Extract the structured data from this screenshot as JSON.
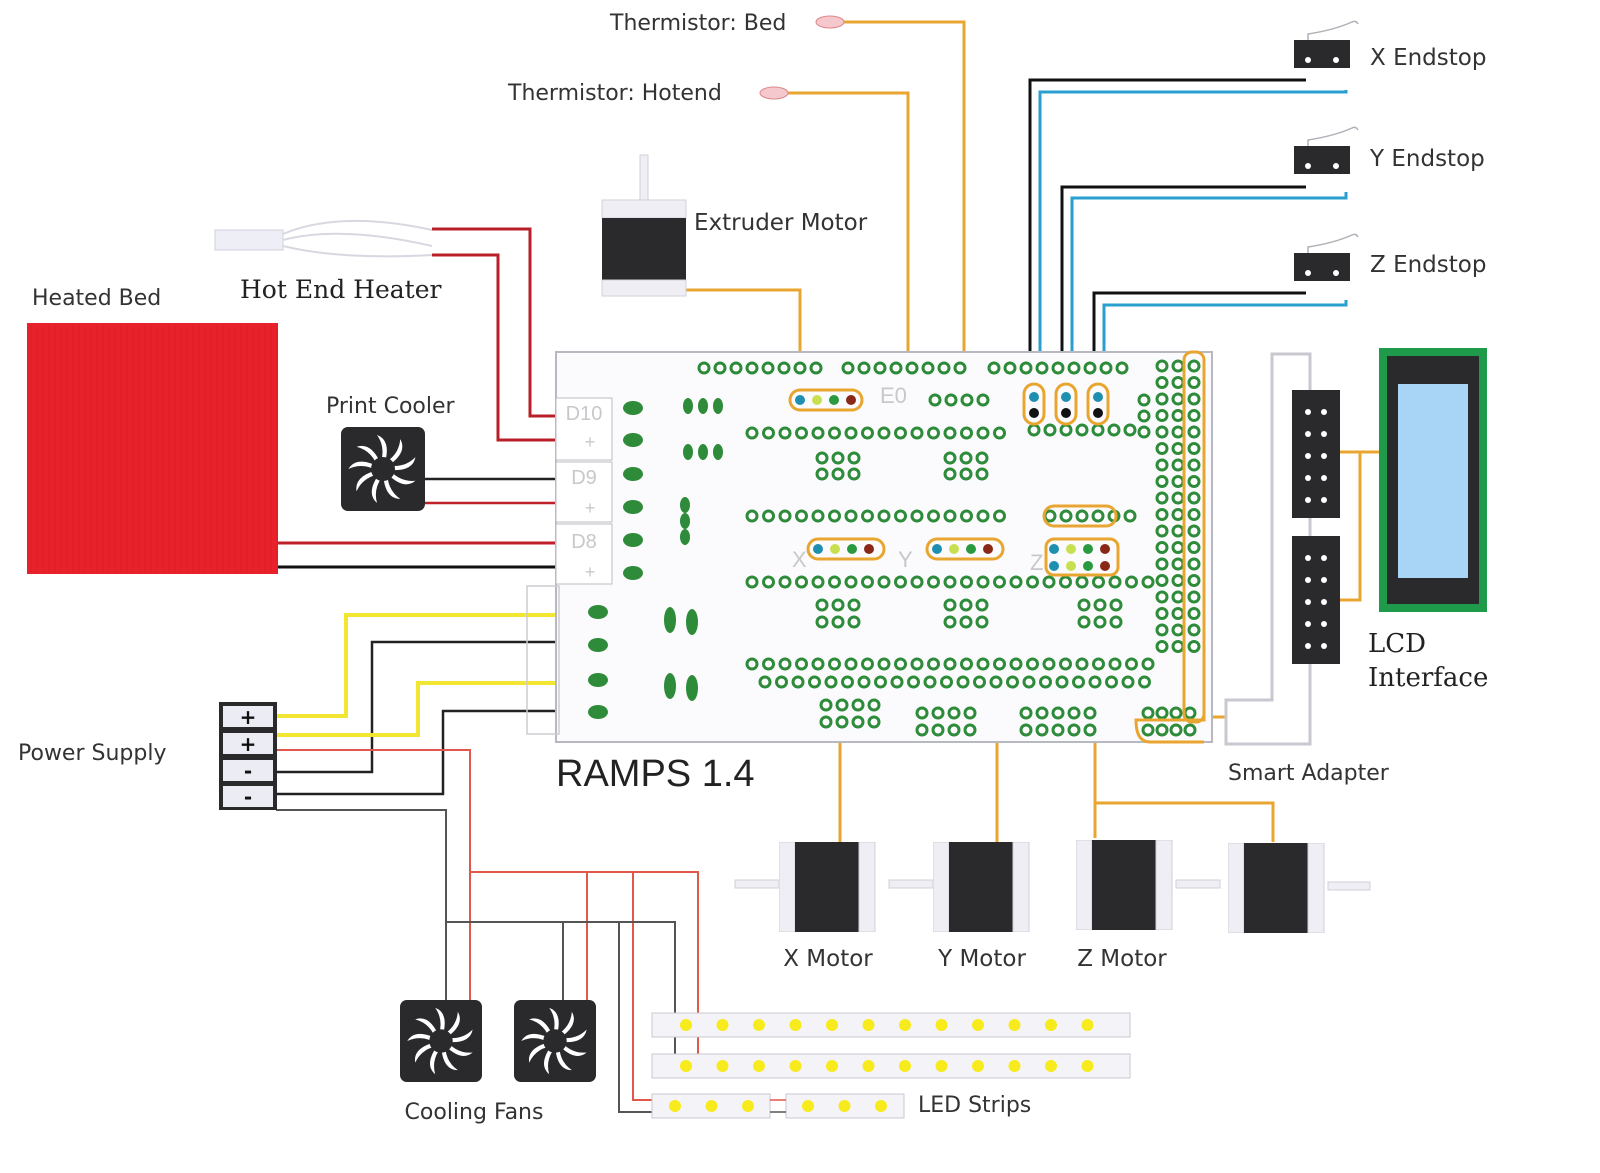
{
  "title": "RAMPS 1.4 Wiring Diagram",
  "colors": {
    "heater_wire": "#c0202a",
    "ground_wire": "#111111",
    "psu_positive_wire": "#f2e632",
    "signal_wire": "#e8a630",
    "endstop_signal_wire": "#2a9fd0",
    "light_red_wire": "#e2574c",
    "gray_wire": "#555555",
    "heated_bed": "#e8212a",
    "pcb_pad": "#2e8b3a",
    "lcd_bezel": "#1f9a4a",
    "lcd_screen": "#a8d4f5",
    "motor_body": "#2a2a2c",
    "led": "#f7ea1d"
  },
  "board": {
    "label": "RAMPS 1.4",
    "terminal_labels": [
      "D10",
      "+",
      "D9",
      "+",
      "D8",
      "+"
    ],
    "driver_labels": [
      "E0",
      "X",
      "Y",
      "Z"
    ]
  },
  "components": {
    "thermistor_bed": {
      "label": "Thermistor: Bed",
      "icon": "thermistor-icon"
    },
    "thermistor_hotend": {
      "label": "Thermistor: Hotend",
      "icon": "thermistor-icon"
    },
    "extruder_motor": {
      "label": "Extruder Motor",
      "icon": "stepper-motor-icon"
    },
    "hot_end_heater": {
      "label": "Hot End Heater",
      "icon": "heater-cartridge-icon"
    },
    "heated_bed": {
      "label": "Heated Bed",
      "icon": "heated-bed-icon"
    },
    "print_cooler": {
      "label": "Print Cooler",
      "icon": "fan-icon"
    },
    "power_supply": {
      "label": "Power Supply",
      "terminals": [
        "+",
        "+",
        "-",
        "-"
      ]
    },
    "x_endstop": {
      "label": "X Endstop",
      "icon": "endstop-switch-icon"
    },
    "y_endstop": {
      "label": "Y Endstop",
      "icon": "endstop-switch-icon"
    },
    "z_endstop": {
      "label": "Z Endstop",
      "icon": "endstop-switch-icon"
    },
    "lcd": {
      "label_line1": "LCD",
      "label_line2": "Interface",
      "icon": "lcd-icon"
    },
    "smart_adapter": {
      "label": "Smart Adapter",
      "icon": "adapter-board-icon"
    },
    "x_motor": {
      "label": "X Motor"
    },
    "y_motor": {
      "label": "Y Motor"
    },
    "z_motor": {
      "label": "Z Motor"
    },
    "cooling_fans": {
      "label": "Cooling Fans",
      "count": 2
    },
    "led_strips": {
      "label": "LED Strips",
      "strips": [
        12,
        12,
        3,
        3
      ]
    }
  }
}
